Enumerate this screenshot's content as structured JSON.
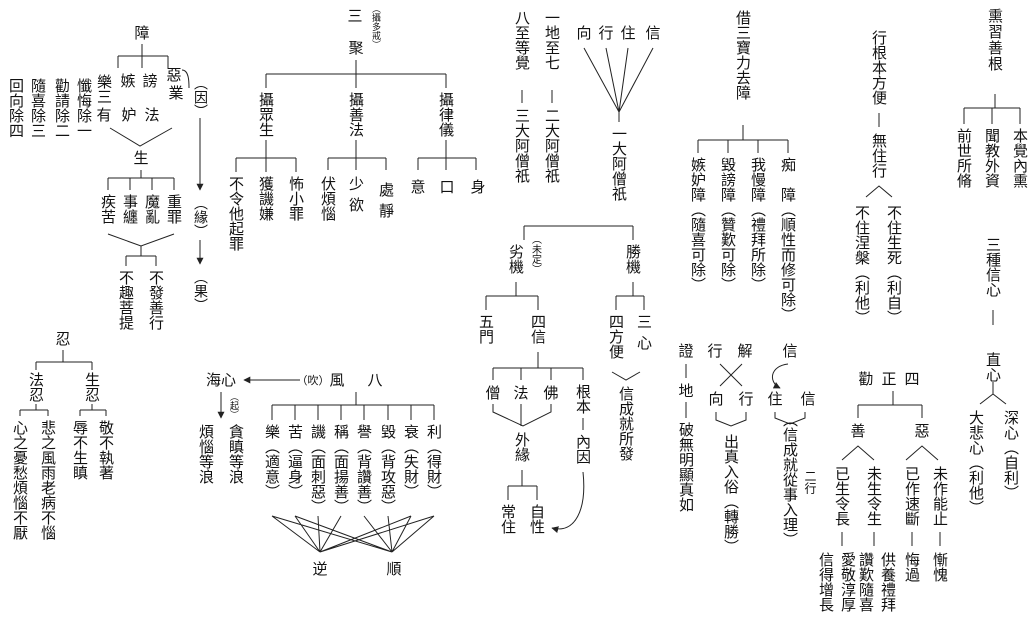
{
  "charts": [
    {
      "id": "c1",
      "text": [
        {
          "id": "t1",
          "t": "熏習善根"
        },
        {
          "id": "t2",
          "t": "本覺內熏"
        },
        {
          "id": "t3",
          "t": "聞教外資"
        },
        {
          "id": "t4",
          "t": "前世所脩"
        },
        {
          "id": "t5",
          "t": "三種信心"
        },
        {
          "id": "t6",
          "t": "直心"
        },
        {
          "id": "t7",
          "t": "深心（自利）"
        },
        {
          "id": "t8",
          "t": "大悲心（利他）"
        }
      ]
    },
    {
      "id": "c2",
      "text": [
        {
          "id": "t1",
          "t": "行根本方便"
        },
        {
          "id": "t2",
          "t": "無住行"
        },
        {
          "id": "t3",
          "t": "不住生死（利自）"
        },
        {
          "id": "t4",
          "t": "不住涅槃（利他）"
        },
        {
          "id": "t5",
          "t": "勸正四"
        },
        {
          "id": "t6",
          "t": "善"
        },
        {
          "id": "t7",
          "t": "惡"
        },
        {
          "id": "t8",
          "t": "未作能止"
        },
        {
          "id": "t9",
          "t": "慚愧"
        },
        {
          "id": "t10",
          "t": "已作速斷"
        },
        {
          "id": "t11",
          "t": "悔過"
        },
        {
          "id": "t12",
          "t": "未生令生"
        },
        {
          "id": "t13",
          "t": "供養禮拜"
        },
        {
          "id": "t14",
          "t": "讚歎隨喜"
        },
        {
          "id": "t15",
          "t": "已生令長"
        },
        {
          "id": "t16",
          "t": "愛敬淳厚"
        },
        {
          "id": "t17",
          "t": "信得增長"
        }
      ]
    },
    {
      "id": "c3",
      "text": [
        {
          "id": "t1",
          "t": "借三寶力去障"
        },
        {
          "id": "t2",
          "t": "痴　障（順性而修可除）"
        },
        {
          "id": "t3",
          "t": "我慢障（禮拜所除）"
        },
        {
          "id": "t4",
          "t": "毀謗障（贊歎可除）"
        },
        {
          "id": "t5",
          "t": "嫉妒障（隨喜可除）"
        },
        {
          "id": "t6",
          "t": "證"
        },
        {
          "id": "t7",
          "t": "地"
        },
        {
          "id": "t8",
          "t": "破無明顯真如"
        },
        {
          "id": "t9",
          "t": "解"
        },
        {
          "id": "t10",
          "t": "行"
        },
        {
          "id": "t11",
          "t": "向"
        },
        {
          "id": "t12",
          "t": "行"
        },
        {
          "id": "t13",
          "t": "出真入俗（轉勝）"
        },
        {
          "id": "t14",
          "t": "信"
        },
        {
          "id": "t15",
          "t": "住"
        },
        {
          "id": "t16",
          "t": "信"
        },
        {
          "id": "t17",
          "t": "（信成就從事入理）"
        },
        {
          "id": "t18",
          "t": "二行"
        }
      ]
    },
    {
      "id": "c4",
      "text": [
        {
          "id": "t1",
          "t": "信"
        },
        {
          "id": "t2",
          "t": "住"
        },
        {
          "id": "t3",
          "t": "行"
        },
        {
          "id": "t4",
          "t": "向"
        },
        {
          "id": "t5",
          "t": "一大阿僧祇"
        },
        {
          "id": "t6",
          "t": "一地至七"
        },
        {
          "id": "t7",
          "t": "二大阿僧祇"
        },
        {
          "id": "t8",
          "t": "八至等覺"
        },
        {
          "id": "t9",
          "t": "三大阿僧祇"
        },
        {
          "id": "t10",
          "t": "勝機"
        },
        {
          "id": "t11",
          "t": "劣機"
        },
        {
          "id": "t12",
          "t": "（未定）"
        },
        {
          "id": "t13",
          "t": "三心"
        },
        {
          "id": "t14",
          "t": "四方便"
        },
        {
          "id": "t15",
          "t": "信成就所發"
        },
        {
          "id": "t16",
          "t": "四信"
        },
        {
          "id": "t17",
          "t": "五門"
        },
        {
          "id": "t18",
          "t": "根本"
        },
        {
          "id": "t19",
          "t": "佛"
        },
        {
          "id": "t20",
          "t": "法"
        },
        {
          "id": "t21",
          "t": "僧"
        },
        {
          "id": "t22",
          "t": "內因"
        },
        {
          "id": "t23",
          "t": "外緣"
        },
        {
          "id": "t24",
          "t": "自性"
        },
        {
          "id": "t25",
          "t": "常住"
        }
      ]
    },
    {
      "id": "c5",
      "text": [
        {
          "id": "t1",
          "t": "三"
        },
        {
          "id": "t2",
          "t": "（攝多戒）"
        },
        {
          "id": "t3",
          "t": "聚"
        },
        {
          "id": "t4",
          "t": "攝律儀"
        },
        {
          "id": "t5",
          "t": "攝善法"
        },
        {
          "id": "t6",
          "t": "攝眾生"
        },
        {
          "id": "t7",
          "t": "身"
        },
        {
          "id": "t8",
          "t": "口"
        },
        {
          "id": "t9",
          "t": "意"
        },
        {
          "id": "t10",
          "t": "處靜"
        },
        {
          "id": "t11",
          "t": "少欲"
        },
        {
          "id": "t12",
          "t": "伏煩惱"
        },
        {
          "id": "t13",
          "t": "怖小罪"
        },
        {
          "id": "t14",
          "t": "獲譏嫌"
        },
        {
          "id": "t15",
          "t": "不令他起罪"
        },
        {
          "id": "t16",
          "t": "八"
        },
        {
          "id": "t17",
          "t": "風"
        },
        {
          "id": "t18",
          "t": "（吹）"
        },
        {
          "id": "t19",
          "t": "海心"
        },
        {
          "id": "t20",
          "t": "（起）"
        },
        {
          "id": "t21",
          "t": "貪瞋等浪"
        },
        {
          "id": "t22",
          "t": "煩惱等浪"
        },
        {
          "id": "t23",
          "t": "利（得財）"
        },
        {
          "id": "t24",
          "t": "衰（失財）"
        },
        {
          "id": "t25",
          "t": "毀（背攻惡）"
        },
        {
          "id": "t26",
          "t": "譽（背讚善）"
        },
        {
          "id": "t27",
          "t": "稱（面揚善）"
        },
        {
          "id": "t28",
          "t": "譏（面刺惡）"
        },
        {
          "id": "t29",
          "t": "苦（逼身）"
        },
        {
          "id": "t30",
          "t": "樂（適意）"
        },
        {
          "id": "t31",
          "t": "逆"
        },
        {
          "id": "t32",
          "t": "順"
        }
      ]
    },
    {
      "id": "c6",
      "text": [
        {
          "id": "t1",
          "t": "障"
        },
        {
          "id": "t2",
          "t": "業"
        },
        {
          "id": "t3",
          "t": "惡"
        },
        {
          "id": "t4",
          "t": "法"
        },
        {
          "id": "t5",
          "t": "謗"
        },
        {
          "id": "t6",
          "t": "妒"
        },
        {
          "id": "t7",
          "t": "嫉"
        },
        {
          "id": "t8",
          "t": "有"
        },
        {
          "id": "t9",
          "t": "樂三"
        },
        {
          "id": "t10",
          "t": "懺悔除一"
        },
        {
          "id": "t11",
          "t": "勸請除二"
        },
        {
          "id": "t12",
          "t": "隨喜除三"
        },
        {
          "id": "t13",
          "t": "回向除四"
        },
        {
          "id": "t14",
          "t": "（因）"
        },
        {
          "id": "t15",
          "t": "（緣）"
        },
        {
          "id": "t16",
          "t": "（果）"
        },
        {
          "id": "t17",
          "t": "生"
        },
        {
          "id": "t18",
          "t": "重罪"
        },
        {
          "id": "t19",
          "t": "魔亂"
        },
        {
          "id": "t20",
          "t": "事纏"
        },
        {
          "id": "t21",
          "t": "疾苦"
        },
        {
          "id": "t22",
          "t": "不發善行"
        },
        {
          "id": "t23",
          "t": "不趣菩提"
        },
        {
          "id": "t24",
          "t": "忍"
        },
        {
          "id": "t25",
          "t": "生忍"
        },
        {
          "id": "t26",
          "t": "法忍"
        },
        {
          "id": "t27",
          "t": "敬不執著"
        },
        {
          "id": "t28",
          "t": "辱不生瞋"
        },
        {
          "id": "t29",
          "t": "悲之風雨老病不惱"
        },
        {
          "id": "t30",
          "t": "心之憂愁煩惱不厭"
        }
      ]
    }
  ]
}
